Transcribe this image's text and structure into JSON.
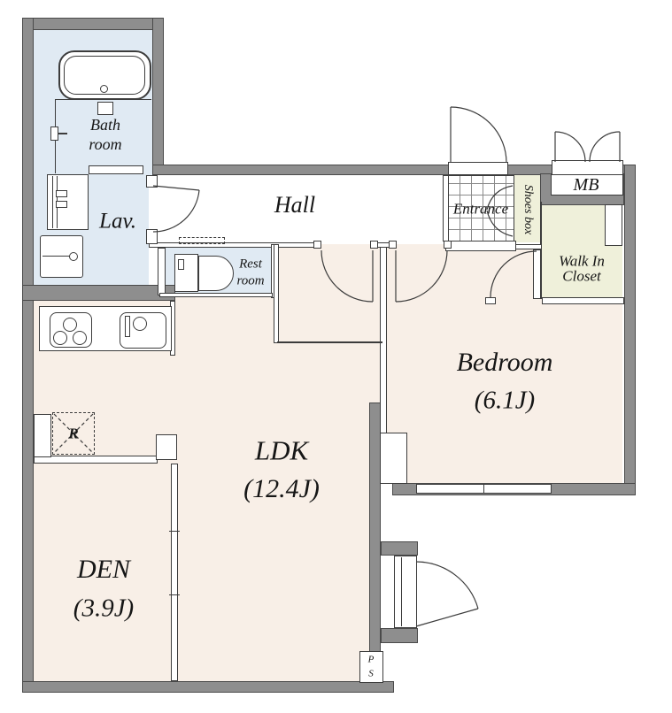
{
  "title": "Apartment floor plan 1LDK+DEN",
  "colors": {
    "wall": "#8e8e8e",
    "wall_edge": "#4a4a4a",
    "line": "#3c3c3c",
    "room_beige": "#f8efe7",
    "room_blue": "#e0eaf3",
    "room_green": "#eff0da",
    "bg": "#ffffff"
  },
  "rooms": {
    "bath": {
      "line1": "Bath",
      "line2": "room"
    },
    "lav": {
      "label": "Lav."
    },
    "hall": {
      "label": "Hall"
    },
    "entrance": {
      "label": "Entrance"
    },
    "shoes_box": {
      "label": "Shoes box"
    },
    "mb": {
      "label": "MB"
    },
    "walk_in_closet": {
      "line1": "Walk In",
      "line2": "Closet"
    },
    "rest_room": {
      "line1": "Rest",
      "line2": "room"
    },
    "bedroom": {
      "name": "Bedroom",
      "size": "(6.1J)"
    },
    "ldk": {
      "name": "LDK",
      "size": "(12.4J)"
    },
    "den": {
      "name": "DEN",
      "size": "(3.9J)"
    },
    "refrigerator": {
      "label": "R"
    },
    "pipe_space": {
      "line1": "P",
      "line2": "S"
    }
  }
}
